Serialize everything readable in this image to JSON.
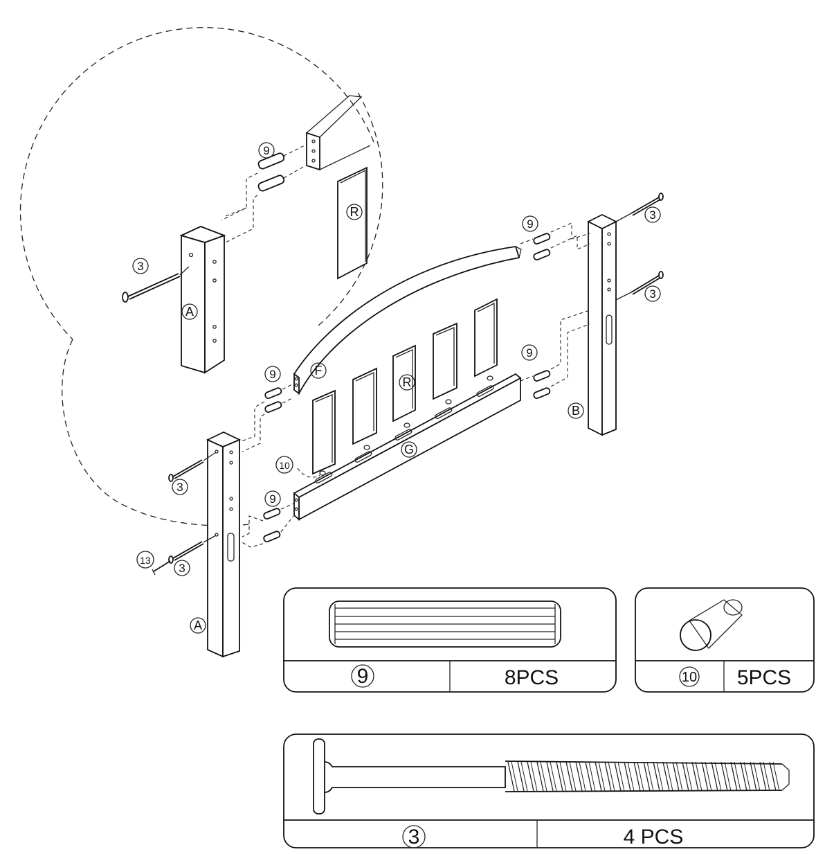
{
  "diagram": {
    "part_labels": {
      "post_left": "A",
      "post_detail": "A",
      "post_right": "B",
      "top_rail": "F",
      "bottom_rail": "G",
      "slat": "R",
      "slat_detail": "R"
    },
    "callouts": {
      "dowel": "9",
      "cap": "10",
      "bolt": "3",
      "key": "13"
    }
  },
  "parts_table": [
    {
      "part": "9",
      "quantity": "8PCS"
    },
    {
      "part": "10",
      "quantity": "5PCS"
    },
    {
      "part": "3",
      "quantity": "4 PCS"
    }
  ],
  "colors": {
    "line": "#111111",
    "background": "#ffffff"
  }
}
